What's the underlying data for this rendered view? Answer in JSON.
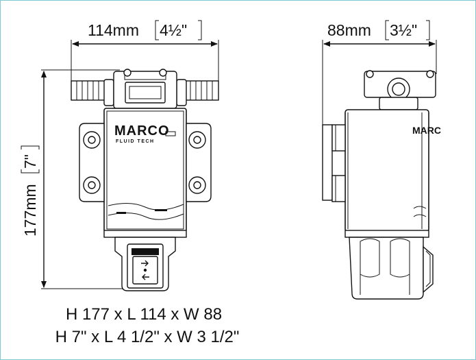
{
  "dimensions": {
    "width_top": {
      "value": "114mm",
      "imperial": "4½\""
    },
    "depth_top": {
      "value": "88mm",
      "imperial": "3½\""
    },
    "height_side": {
      "value": "177mm",
      "imperial": "7\""
    }
  },
  "product": {
    "brand": "MARCO",
    "sub_brand": "FLUID TECH"
  },
  "caption": {
    "metric": "H 177 x L 114 x W 88",
    "imperial": "H 7\" x L 4 1/2\" x W 3 1/2\""
  },
  "colors": {
    "frame_border": "#7fc8d6",
    "line": "#111111"
  },
  "icons": {
    "switch_arrows": "bidirectional-arrows-icon"
  }
}
